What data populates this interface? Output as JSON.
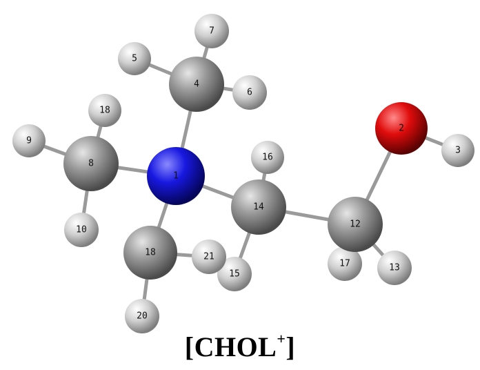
{
  "molecule": {
    "caption": {
      "prefix": "[CHOL",
      "charge": "+",
      "suffix": "]"
    },
    "colors": {
      "carbon": "#8e8e8e",
      "hydrogen": "#c8c8c8",
      "nitrogen": "#1d1de0",
      "oxygen": "#e01010",
      "bond": "#9a9a9a"
    },
    "atoms": [
      {
        "label": "1",
        "element": "N"
      },
      {
        "label": "2",
        "element": "O"
      },
      {
        "label": "3",
        "element": "H"
      },
      {
        "label": "4",
        "element": "C"
      },
      {
        "label": "5",
        "element": "H"
      },
      {
        "label": "6",
        "element": "H"
      },
      {
        "label": "7",
        "element": "H"
      },
      {
        "label": "8",
        "element": "C"
      },
      {
        "label": "9",
        "element": "H"
      },
      {
        "label": "10",
        "element": "H"
      },
      {
        "label": "18",
        "element": "C"
      },
      {
        "label": "18",
        "element": "H"
      },
      {
        "label": "12",
        "element": "C"
      },
      {
        "label": "13",
        "element": "H"
      },
      {
        "label": "14",
        "element": "C"
      },
      {
        "label": "15",
        "element": "H"
      },
      {
        "label": "16",
        "element": "H"
      },
      {
        "label": "17",
        "element": "H"
      },
      {
        "label": "20",
        "element": "H"
      },
      {
        "label": "21",
        "element": "H"
      }
    ]
  }
}
